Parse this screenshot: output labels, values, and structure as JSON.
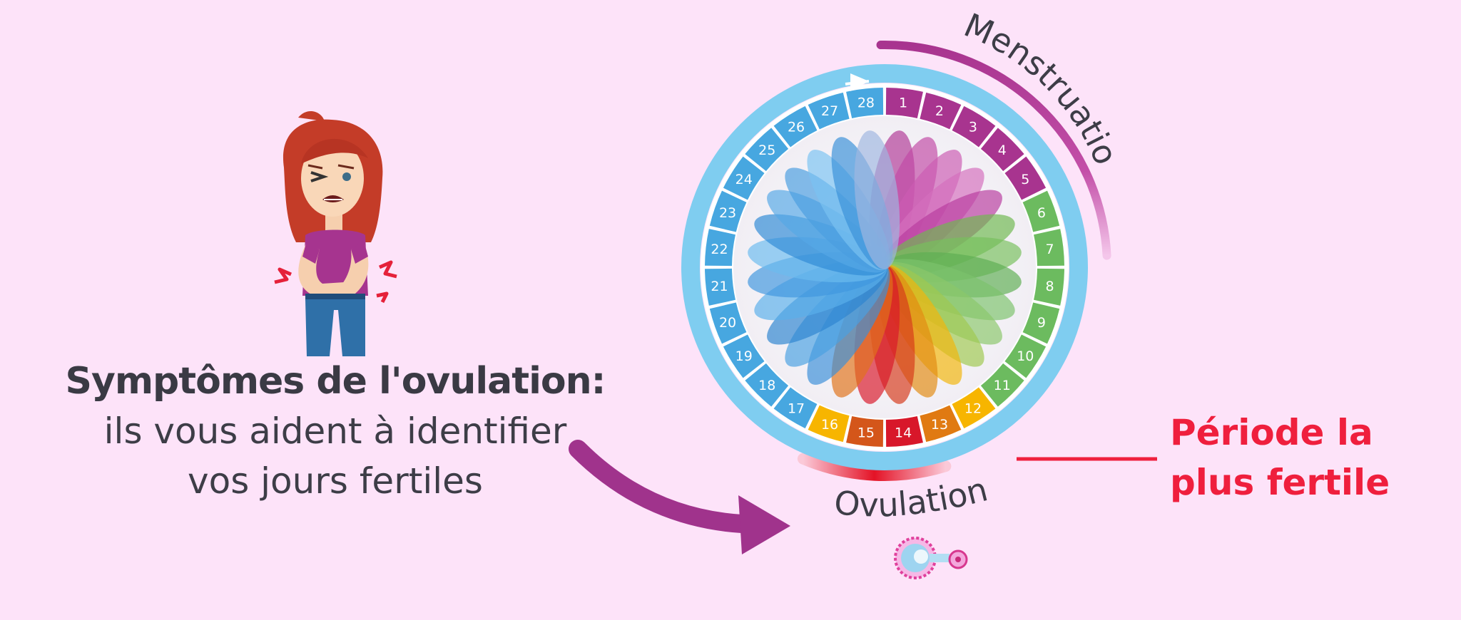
{
  "symptoms": {
    "title": "Symptômes de l'ovulation:",
    "line1": "ils vous aident à identifier",
    "line2": "vos jours fertiles"
  },
  "labels": {
    "menstruation": "Menstruation",
    "ovulation": "Ovulation",
    "fertile_line1": "Période la",
    "fertile_line2": "plus fertile"
  },
  "cycle": {
    "days": [
      "1",
      "2",
      "3",
      "4",
      "5",
      "6",
      "7",
      "8",
      "9",
      "10",
      "11",
      "12",
      "13",
      "14",
      "15",
      "16",
      "17",
      "18",
      "19",
      "20",
      "21",
      "22",
      "23",
      "24",
      "25",
      "26",
      "27",
      "28"
    ],
    "menstruation_days": [
      1,
      5
    ],
    "fertile_days": [
      6,
      11
    ],
    "ovulation_days": [
      12,
      16
    ],
    "luteal_days": [
      17,
      28
    ]
  },
  "colors": {
    "background": "#fde3f9",
    "menstruation": "#a8348f",
    "fertile": "#6cbb5f",
    "ovulation_orange": "#f7b500",
    "ovulation_red": "#d8172a",
    "luteal": "#47a7e0",
    "outer_ring": "#7fcdf0",
    "fertile_text": "#ef1f3d",
    "arrow": "#a0338c"
  },
  "icons": {
    "woman": "woman-cramps-icon",
    "arrow": "curved-arrow-icon",
    "ovum": "ovum-icon",
    "cycle_direction": "cycle-direction-arrow-icon"
  }
}
